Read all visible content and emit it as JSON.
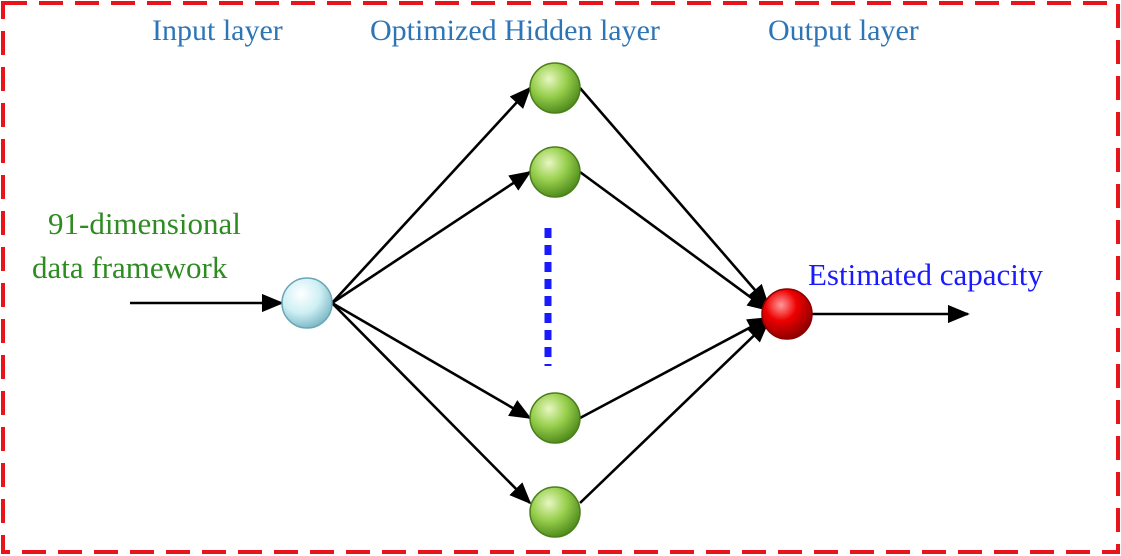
{
  "titles": {
    "input_layer": "Input layer",
    "hidden_layer": "Optimized Hidden layer",
    "output_layer": "Output layer"
  },
  "input_description": {
    "line1": "91-dimensional",
    "line2": "data framework"
  },
  "output_description": "Estimated capacity",
  "colors": {
    "layer_title": "#2e75b6",
    "input_text": "#2e8b22",
    "output_text": "#1a1aff",
    "border": "#e8141c",
    "hidden_ellipsis": "#1a1aff",
    "input_node": "#bfe9ef",
    "hidden_node": "#86c440",
    "output_node": "#e00000",
    "arrow": "#000000"
  },
  "nodes": {
    "input_count": 1,
    "hidden_visible_count": 4,
    "output_count": 1
  }
}
